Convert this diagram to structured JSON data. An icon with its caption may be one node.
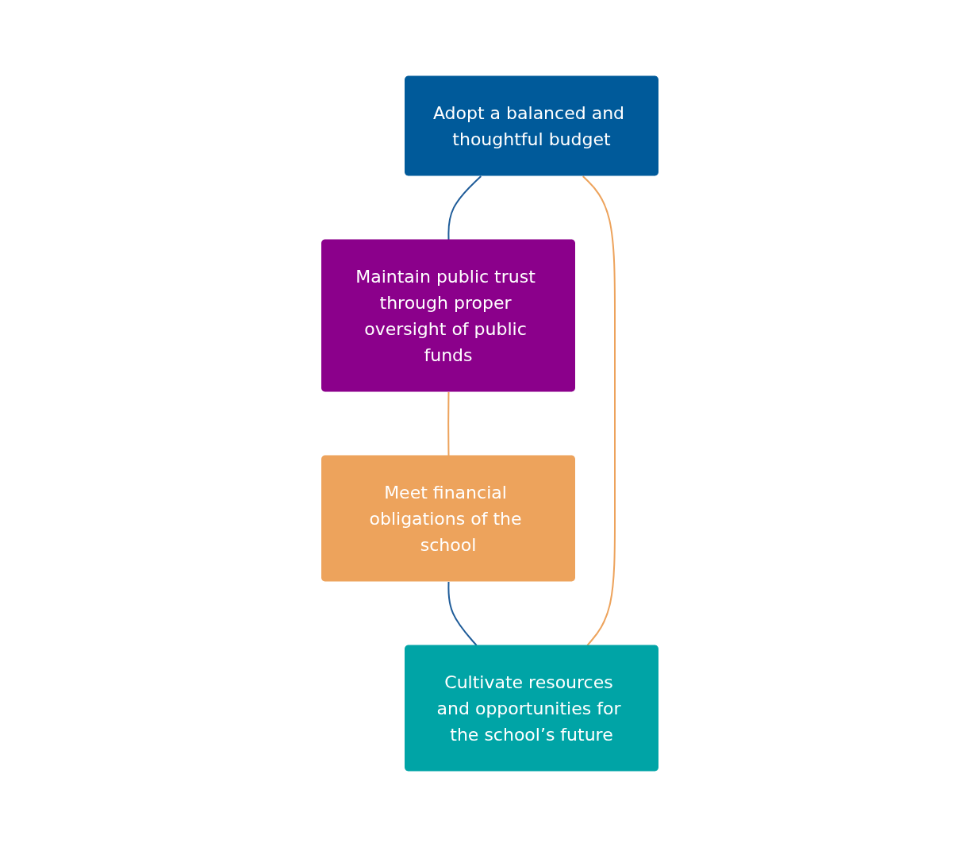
{
  "diagram": {
    "nodes": [
      {
        "text": [
          "Adopt a balanced and thoughtful budget"
        ]
      },
      {
        "text": [
          "Cultivate resources and opportunities for the school’s future"
        ]
      },
      {
        "text": [
          "Maintain public trust through proper oversight of public funds"
        ]
      },
      {
        "text": [
          "Meet financial obligations of the school"
        ]
      }
    ],
    "edges": [
      {
        "from": 0,
        "to": 2,
        "arrow": "none",
        "color": "#1f5c99"
      },
      {
        "from": 2,
        "to": 3,
        "arrow": "none",
        "color": "#eda35c"
      },
      {
        "from": 3,
        "to": 1,
        "arrow": "none",
        "color": "#1f5c99"
      },
      {
        "from": 1,
        "to": 0,
        "arrow": "none",
        "color": "#eda35c"
      }
    ]
  }
}
